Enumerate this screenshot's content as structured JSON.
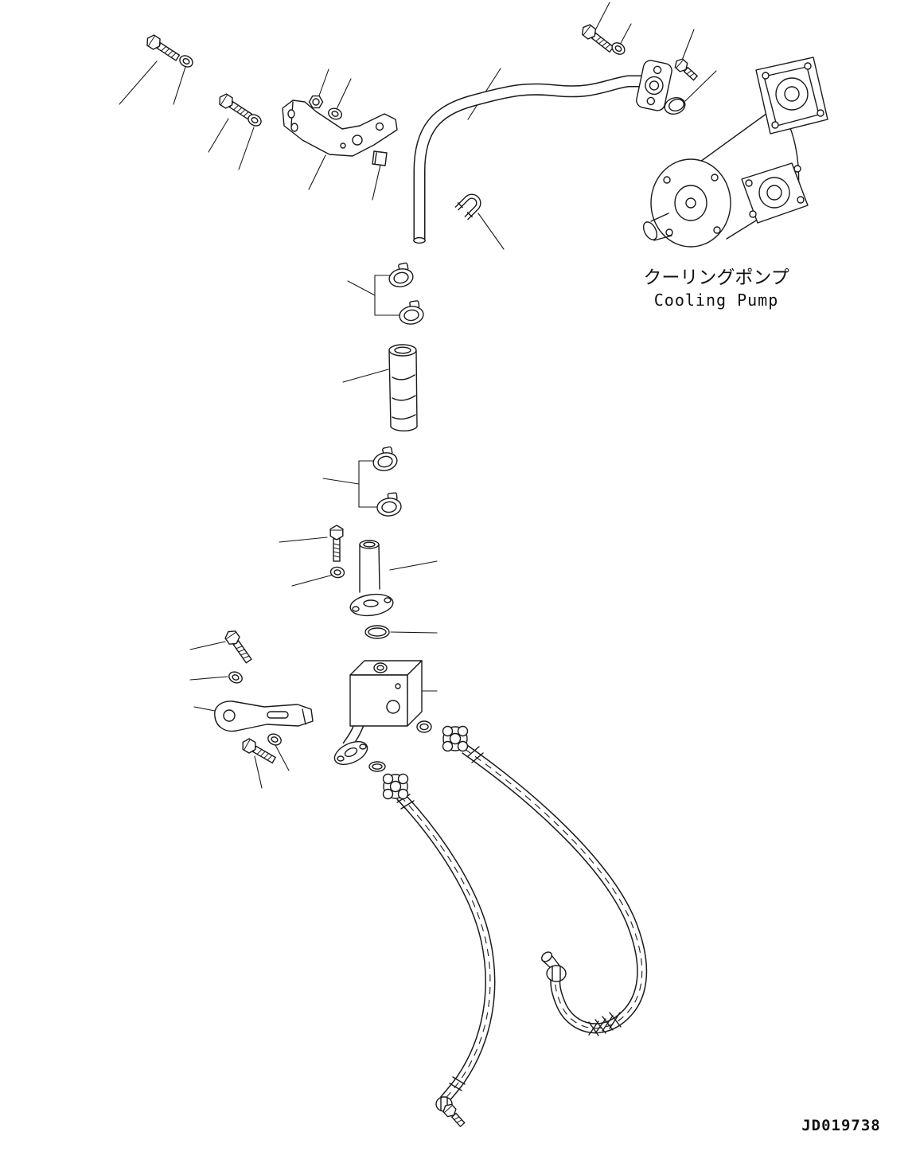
{
  "page": {
    "background_color": "#ffffff",
    "line_color": "#1a1a1a"
  },
  "labels": {
    "cooling_pump_jp": "クーリングポンプ",
    "cooling_pump_en": "Cooling Pump",
    "drawing_number": "JD019738"
  }
}
